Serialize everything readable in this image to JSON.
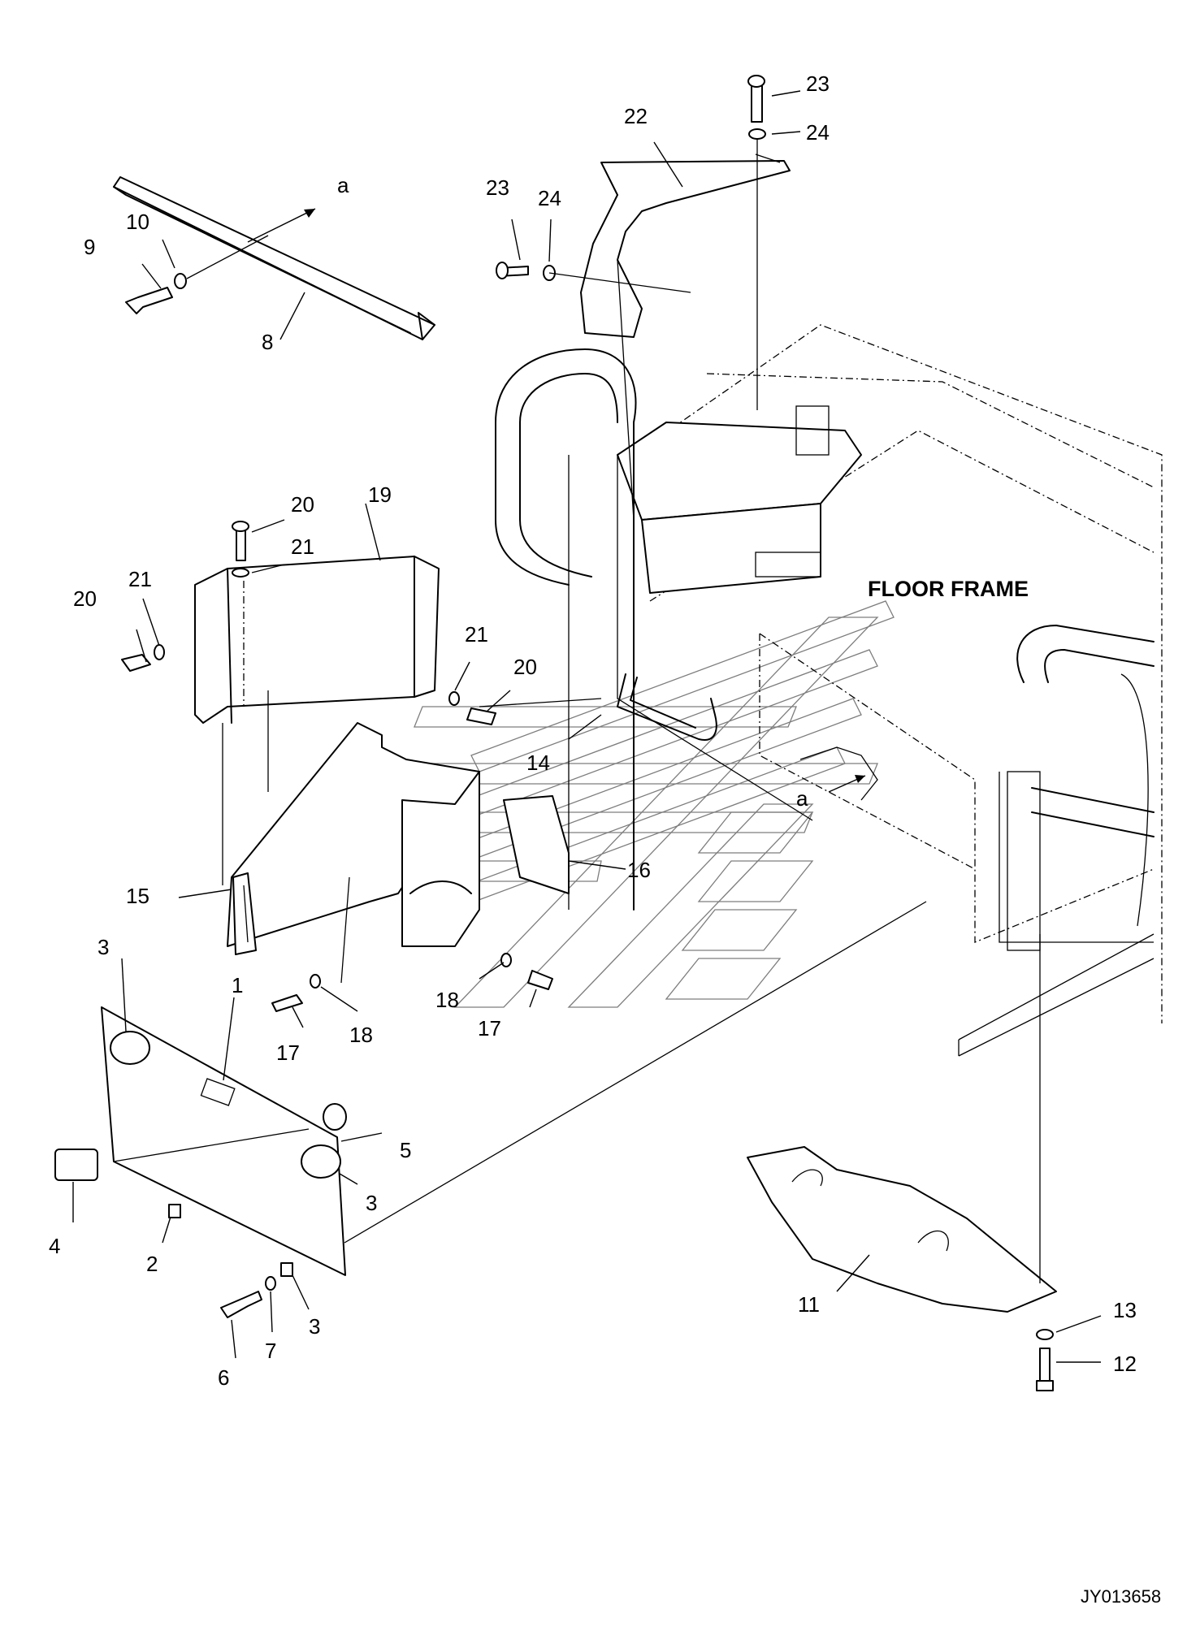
{
  "diagram": {
    "region_label": "FLOOR FRAME",
    "drawing_code": "JY013658",
    "arrow_label_top": "a",
    "arrow_label_frame": "a",
    "callouts": {
      "c1": "1",
      "c2": "2",
      "c3a": "3",
      "c3b": "3",
      "c3c": "3",
      "c4": "4",
      "c5": "5",
      "c6": "6",
      "c7": "7",
      "c8": "8",
      "c9": "9",
      "c10": "10",
      "c11": "11",
      "c12": "12",
      "c13": "13",
      "c14": "14",
      "c15": "15",
      "c16": "16",
      "c17a": "17",
      "c17b": "17",
      "c18a": "18",
      "c18b": "18",
      "c19": "19",
      "c20a": "20",
      "c20b": "20",
      "c20c": "20",
      "c21a": "21",
      "c21b": "21",
      "c21c": "21",
      "c22": "22",
      "c23a": "23",
      "c23b": "23",
      "c24a": "24",
      "c24b": "24"
    }
  }
}
